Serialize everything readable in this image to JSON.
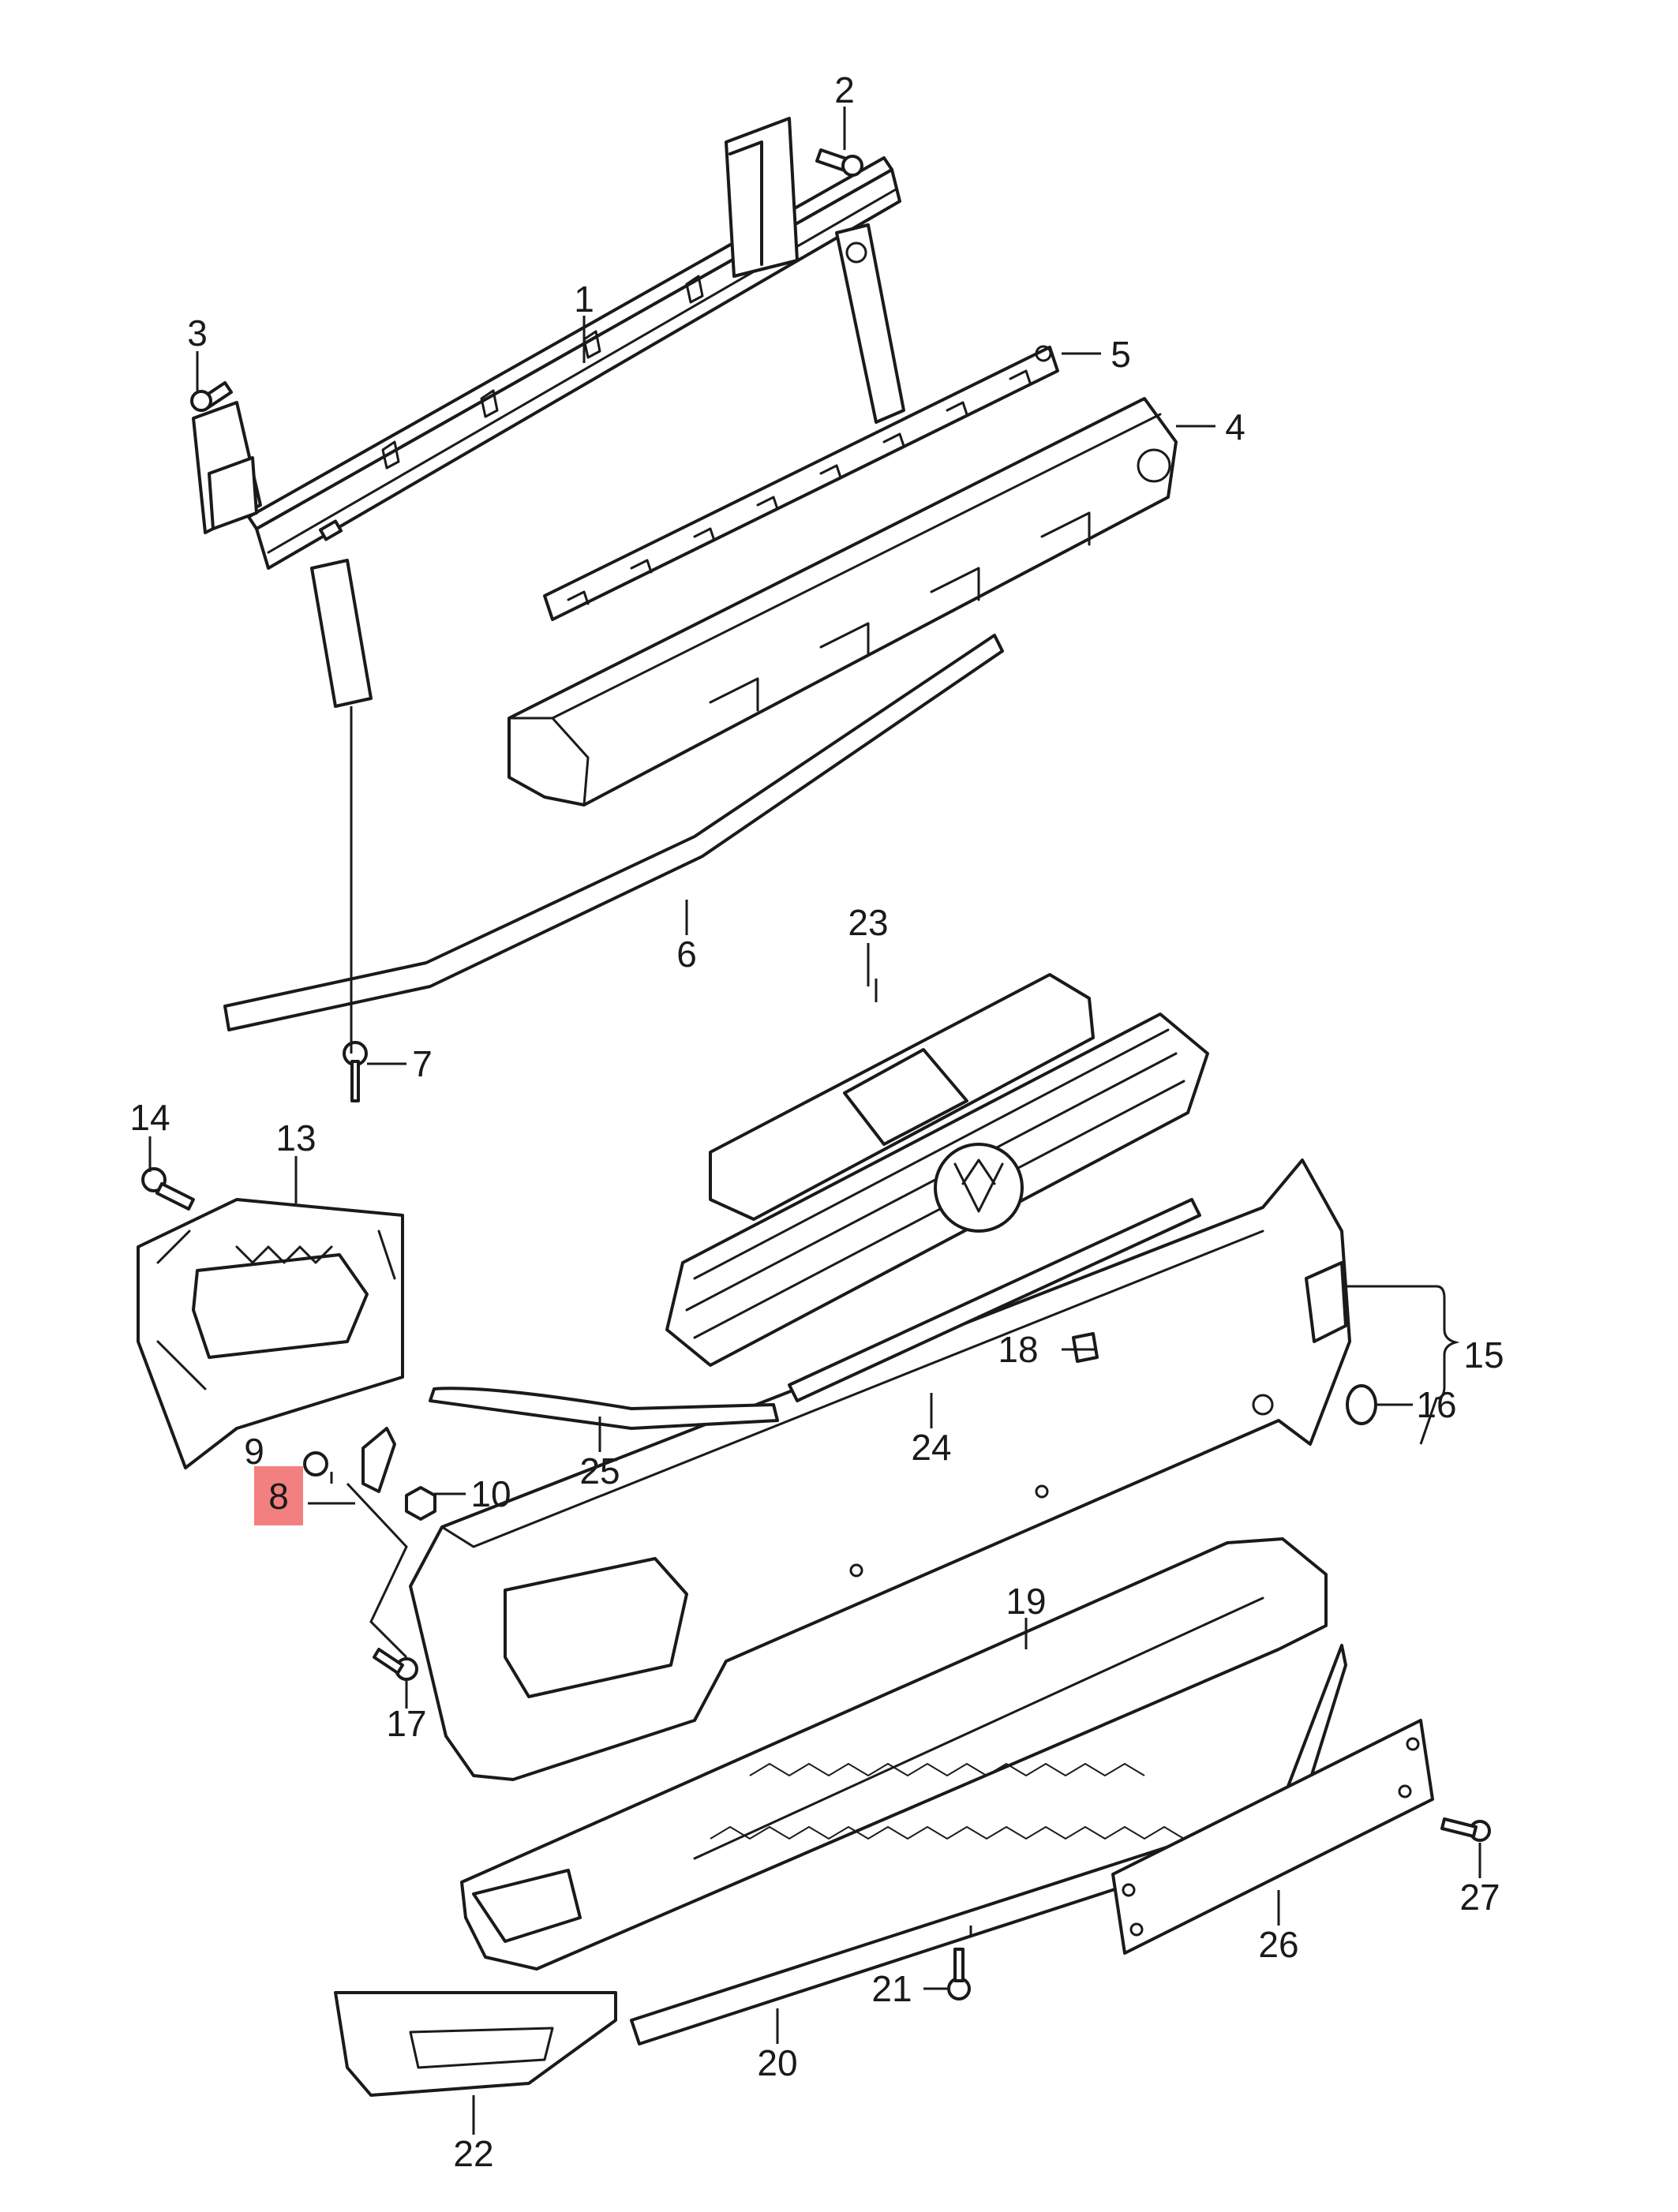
{
  "callouts": {
    "c1": "1",
    "c2": "2",
    "c3": "3",
    "c4": "4",
    "c5": "5",
    "c6": "6",
    "c7": "7",
    "c8": "8",
    "c9": "9",
    "c10": "10",
    "c13": "13",
    "c14": "14",
    "c15": "15",
    "c16": "16",
    "c17": "17",
    "c18": "18",
    "c19": "19",
    "c20": "20",
    "c21": "21",
    "c22": "22",
    "c23": "23",
    "c24": "24",
    "c25": "25",
    "c26": "26",
    "c27": "27"
  },
  "highlight": {
    "callout": "8",
    "color": "#f28080"
  },
  "colors": {
    "line": "#1a1a1a",
    "background": "#ffffff"
  }
}
